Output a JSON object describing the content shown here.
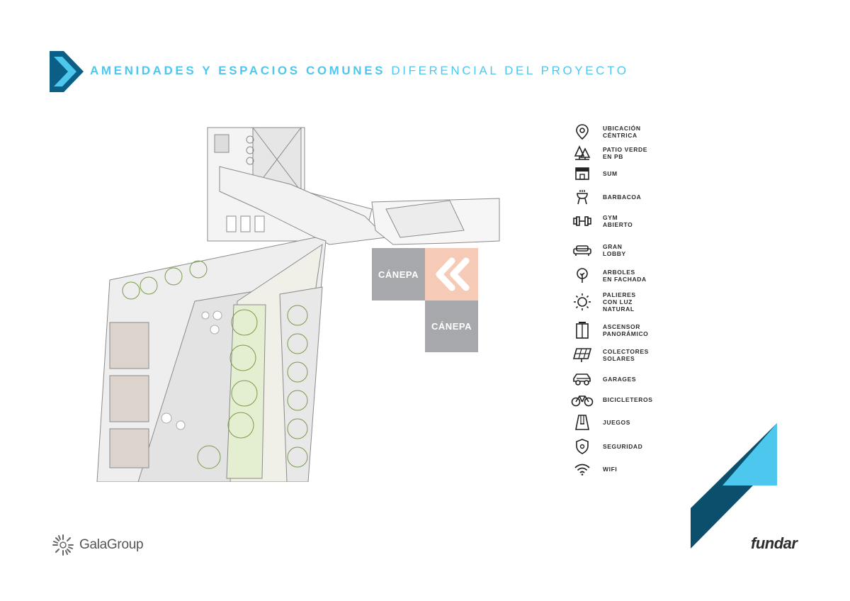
{
  "header": {
    "title_bold": "AMENIDADES Y ESPACIOS COMUNES",
    "title_light": "DIFERENCIAL DEL PROYECTO"
  },
  "badges": {
    "canepa_top": "CÁNEPA",
    "canepa_bottom": "CÁNEPA"
  },
  "amenities": [
    {
      "icon": "location-pin-icon",
      "label": "UBICACIÓN\nCÉNTRICA"
    },
    {
      "icon": "trees-icon",
      "label": "PATIO VERDE\nEN PB"
    },
    {
      "icon": "store-icon",
      "label": "SUM"
    },
    {
      "icon": "grill-icon",
      "label": "BARBACOA"
    },
    {
      "icon": "dumbbell-icon",
      "label": "GYM\nABIERTO"
    },
    {
      "icon": "sofa-icon",
      "label": "GRAN\nLOBBY"
    },
    {
      "icon": "tree-icon",
      "label": "ARBOLES\nEN FACHADA"
    },
    {
      "icon": "sun-icon",
      "label": "PALIERES\nCON LUZ\nNATURAL"
    },
    {
      "icon": "elevator-icon",
      "label": "ASCENSOR\nPANORÁMICO"
    },
    {
      "icon": "solar-panel-icon",
      "label": "COLECTORES\nSOLARES"
    },
    {
      "icon": "car-icon",
      "label": "GARAGES"
    },
    {
      "icon": "bicycle-icon",
      "label": "BICICLETEROS"
    },
    {
      "icon": "swing-icon",
      "label": "JUEGOS"
    },
    {
      "icon": "shield-icon",
      "label": "SEGURIDAD"
    },
    {
      "icon": "wifi-icon",
      "label": "WIFI"
    }
  ],
  "footer": {
    "gala_logo": "GalaGroup",
    "fundar_logo": "fundar"
  },
  "colors": {
    "accent": "#4ec7ee",
    "dark_blue": "#0b4f6c",
    "badge_gray": "#a7a8ac",
    "badge_salmon": "#f5cbb7"
  }
}
